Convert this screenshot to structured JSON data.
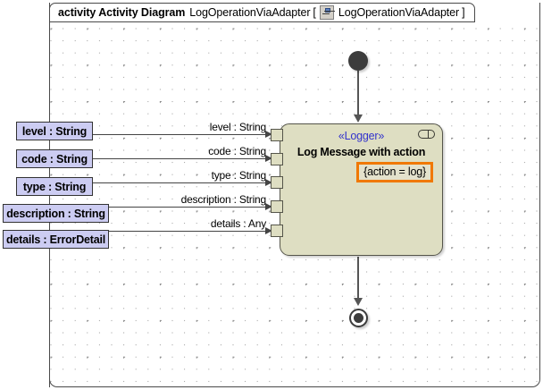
{
  "frame": {
    "keyword": "activity Activity Diagram",
    "name": "LogOperationViaAdapter",
    "bracket_open": "[",
    "ref_icon": "activity-ref-icon",
    "ref_name": "LogOperationViaAdapter",
    "bracket_close": "]"
  },
  "action": {
    "stereotype": "«Logger»",
    "name": "Log Message with action",
    "tag": "{action = log}",
    "rake_icon": "collapse-pill-icon",
    "fill_color": "#dedec2",
    "tag_border_color": "#f07800",
    "stereotype_color": "#3333cc"
  },
  "nodes": {
    "initial": "initial-node",
    "final": "activity-final-node"
  },
  "parameters": [
    {
      "label": "level : String",
      "flow_label": "level : String"
    },
    {
      "label": "code : String",
      "flow_label": "code : String"
    },
    {
      "label": "type : String",
      "flow_label": "type : String"
    },
    {
      "label": "description : String",
      "flow_label": "description : String"
    },
    {
      "label": "details : ErrorDetail",
      "flow_label": "details : Any"
    }
  ],
  "colors": {
    "param_fill": "#ccccf2",
    "param_border": "#333333",
    "frame_border": "#4a4a4a",
    "flow_line": "#444444"
  }
}
